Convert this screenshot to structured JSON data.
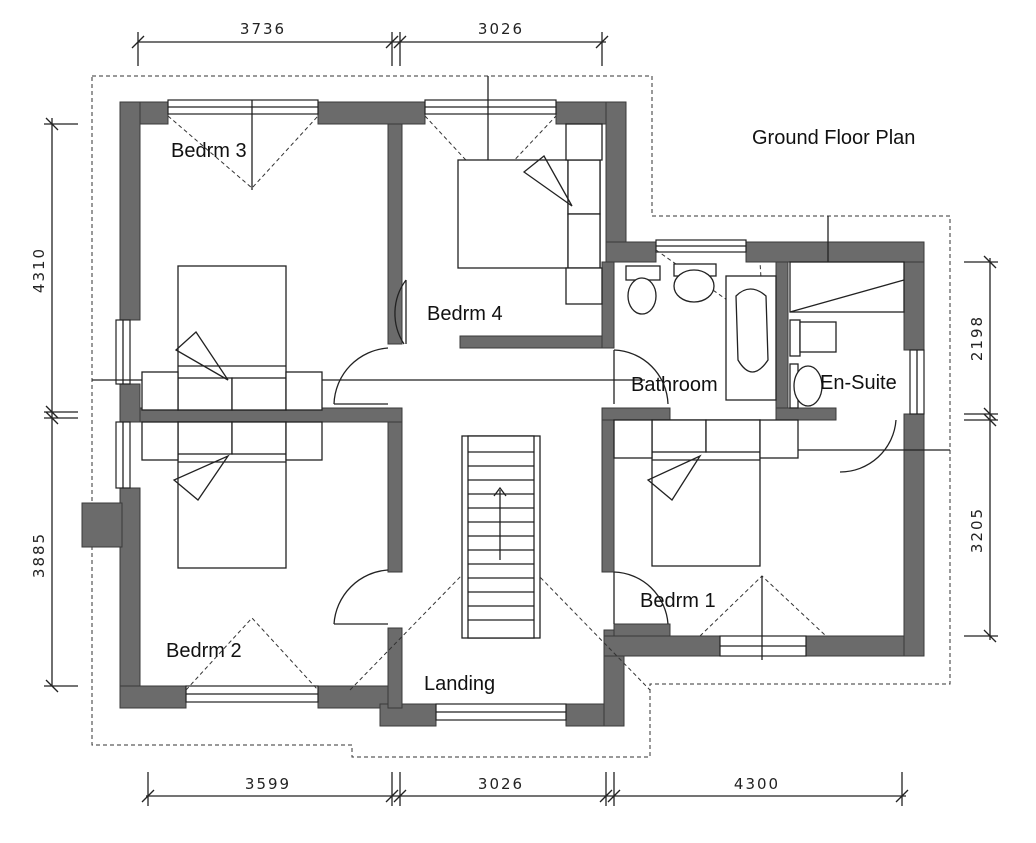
{
  "plan": {
    "title": "Ground Floor Plan",
    "rooms": {
      "bedroom1": "Bedrm 1",
      "bedroom2": "Bedrm 2",
      "bedroom3": "Bedrm 3",
      "bedroom4": "Bedrm 4",
      "bathroom": "Bathroom",
      "ensuite": "En-Suite",
      "landing": "Landing"
    },
    "dimensions": {
      "top_left": "3736",
      "top_right": "3026",
      "bottom_left": "3599",
      "bottom_middle": "3026",
      "bottom_right": "4300",
      "left_upper": "4310",
      "left_lower": "3885",
      "right_upper": "2198",
      "right_lower": "3205"
    }
  }
}
